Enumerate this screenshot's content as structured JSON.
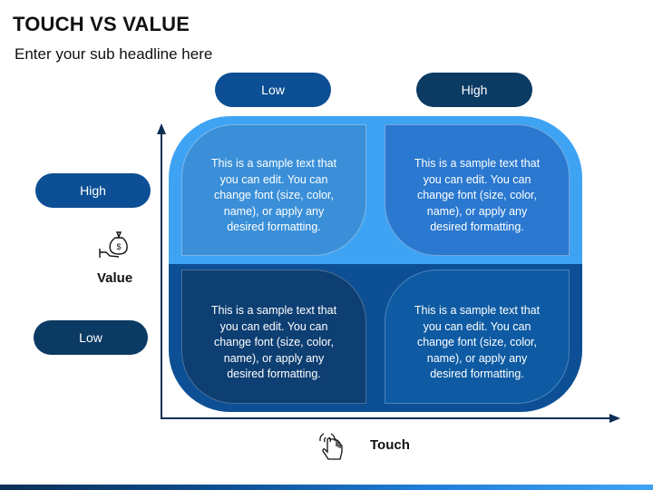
{
  "header": {
    "title": "TOUCH VS VALUE",
    "subtitle": "Enter your sub headline here"
  },
  "columns": {
    "low": "Low",
    "high": "High"
  },
  "rows": {
    "high": "High",
    "low": "Low"
  },
  "axes": {
    "x_label": "Touch",
    "y_label": "Value"
  },
  "quadrants": {
    "top_left": [
      "This is a sample text that",
      "you can edit. You can",
      "change font (size, color,",
      "name), or apply any",
      "desired formatting."
    ],
    "top_right": [
      "This is a sample text that",
      "you can edit. You can",
      "change font (size, color,",
      "name), or apply any",
      "desired formatting."
    ],
    "bottom_left": [
      "This is a sample text that",
      "you can edit. You can",
      "change font (size, color,",
      "name), or apply any",
      "desired formatting."
    ],
    "bottom_right": [
      "This is a sample text that",
      "you can edit. You can",
      "change font (size, color,",
      "name), or apply any",
      "desired formatting."
    ]
  },
  "icons": {
    "value": "money-bag-hand-icon",
    "touch": "touch-hand-icon"
  },
  "colors": {
    "dark_navy": "#0b3a63",
    "navy": "#0d4f94",
    "blue": "#2a78cf",
    "light_blue": "#3fa3f4"
  }
}
